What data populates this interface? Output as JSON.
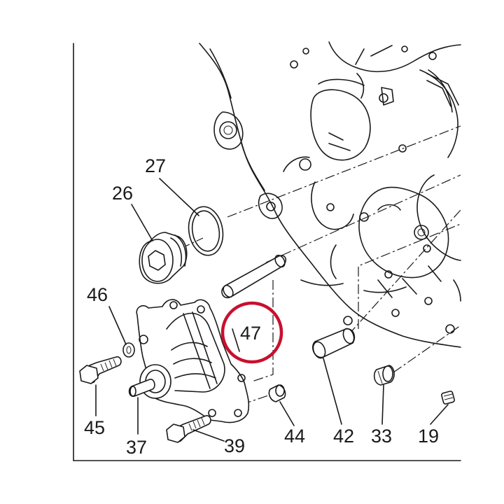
{
  "labels": {
    "p19": "19",
    "p26": "26",
    "p27": "27",
    "p33": "33",
    "p37": "37",
    "p39": "39",
    "p42": "42",
    "p44": "44",
    "p45": "45",
    "p46": "46",
    "p47": "47"
  },
  "highlight": {
    "color": "#c8102e",
    "target": "47"
  },
  "line_color": "#1a1a1a"
}
